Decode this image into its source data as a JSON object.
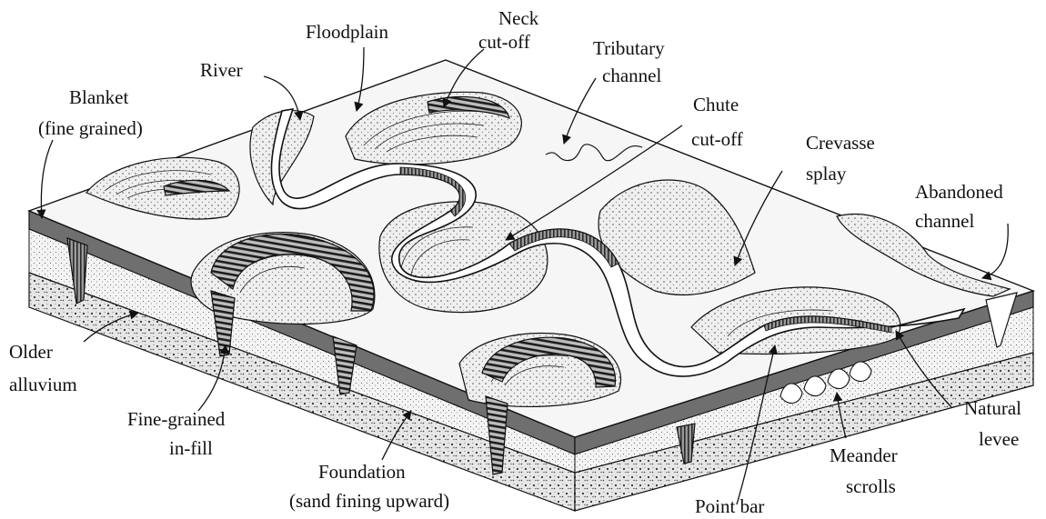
{
  "colors": {
    "line": "#111111",
    "surface": "#f2f2f2",
    "stipple": "#d2d2d2",
    "blanket": "#6f6f6f",
    "sand": "#eeeeee",
    "older": "#e4e4e4",
    "channel": "#ffffff"
  },
  "labels": {
    "floodplain": "Floodplain",
    "neck_1": "Neck",
    "neck_2": "cut-off",
    "tributary_1": "Tributary",
    "tributary_2": "channel",
    "river": "River",
    "blanket_1": "Blanket",
    "blanket_2": "(fine grained)",
    "chute_1": "Chute",
    "chute_2": "cut-off",
    "crevasse_1": "Crevasse",
    "crevasse_2": "splay",
    "abandoned_1": "Abandoned",
    "abandoned_2": "channel",
    "older_1": "Older",
    "older_2": "alluvium",
    "finegrained_1": "Fine-grained",
    "finegrained_2": "in-fill",
    "foundation_1": "Foundation",
    "foundation_2": "(sand fining upward)",
    "pointbar": "Point bar",
    "meander_1": "Meander",
    "meander_2": "scrolls",
    "levee_1": "Natural",
    "levee_2": "levee"
  }
}
